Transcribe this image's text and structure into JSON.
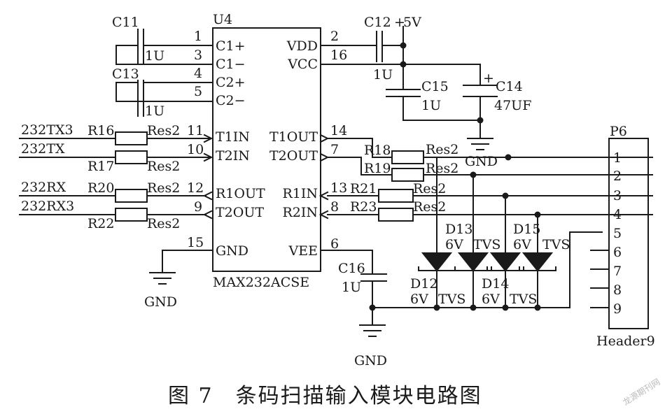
{
  "ic": {
    "ref": "U4",
    "part": "MAX232ACSE",
    "pins_left": [
      {
        "num": "1",
        "name": "C1+"
      },
      {
        "num": "3",
        "name": "C1−"
      },
      {
        "num": "4",
        "name": "C2+"
      },
      {
        "num": "5",
        "name": "C2−"
      },
      {
        "num": "11",
        "name": "T1IN"
      },
      {
        "num": "10",
        "name": "T2IN"
      },
      {
        "num": "12",
        "name": "R1OUT"
      },
      {
        "num": "9",
        "name": "T2OUT"
      },
      {
        "num": "15",
        "name": "GND"
      }
    ],
    "pins_right": [
      {
        "num": "2",
        "name": "VDD"
      },
      {
        "num": "16",
        "name": "VCC"
      },
      {
        "num": "14",
        "name": "T1OUT"
      },
      {
        "num": "7",
        "name": "T2OUT"
      },
      {
        "num": "13",
        "name": "R1IN"
      },
      {
        "num": "8",
        "name": "R2IN"
      },
      {
        "num": "6",
        "name": "VEE"
      }
    ]
  },
  "signals": [
    "232TX3",
    "232TX",
    "232RX",
    "232RX3"
  ],
  "capacitors": [
    {
      "ref": "C11",
      "value": "1U"
    },
    {
      "ref": "C13",
      "value": "1U"
    },
    {
      "ref": "C12",
      "value": "1U"
    },
    {
      "ref": "C15",
      "value": "1U"
    },
    {
      "ref": "C14",
      "value": "47UF"
    },
    {
      "ref": "C16",
      "value": "1U"
    }
  ],
  "resistors": [
    {
      "ref": "R16",
      "value": "Res2"
    },
    {
      "ref": "R17",
      "value": "Res2"
    },
    {
      "ref": "R20",
      "value": "Res2"
    },
    {
      "ref": "R22",
      "value": "Res2"
    },
    {
      "ref": "R18",
      "value": "Res2"
    },
    {
      "ref": "R19",
      "value": "Res2"
    },
    {
      "ref": "R21",
      "value": "Res2"
    },
    {
      "ref": "R23",
      "value": "Res2"
    }
  ],
  "diodes": [
    {
      "ref": "D12",
      "value": "6V",
      "type": "TVS"
    },
    {
      "ref": "D13",
      "value": "6V",
      "type": "TVS"
    },
    {
      "ref": "D14",
      "value": "6V",
      "type": "TVS"
    },
    {
      "ref": "D15",
      "value": "6V",
      "type": "TVS"
    }
  ],
  "power": {
    "plus_mark": "+",
    "vcc": "5V",
    "gnd": "GND"
  },
  "connector": {
    "ref": "P6",
    "part": "Header9",
    "pins": [
      "1",
      "2",
      "3",
      "4",
      "5",
      "6",
      "7",
      "8",
      "9"
    ]
  },
  "caption": "图 7　条码扫描输入模块电路图",
  "watermark": "龙源期刊网"
}
